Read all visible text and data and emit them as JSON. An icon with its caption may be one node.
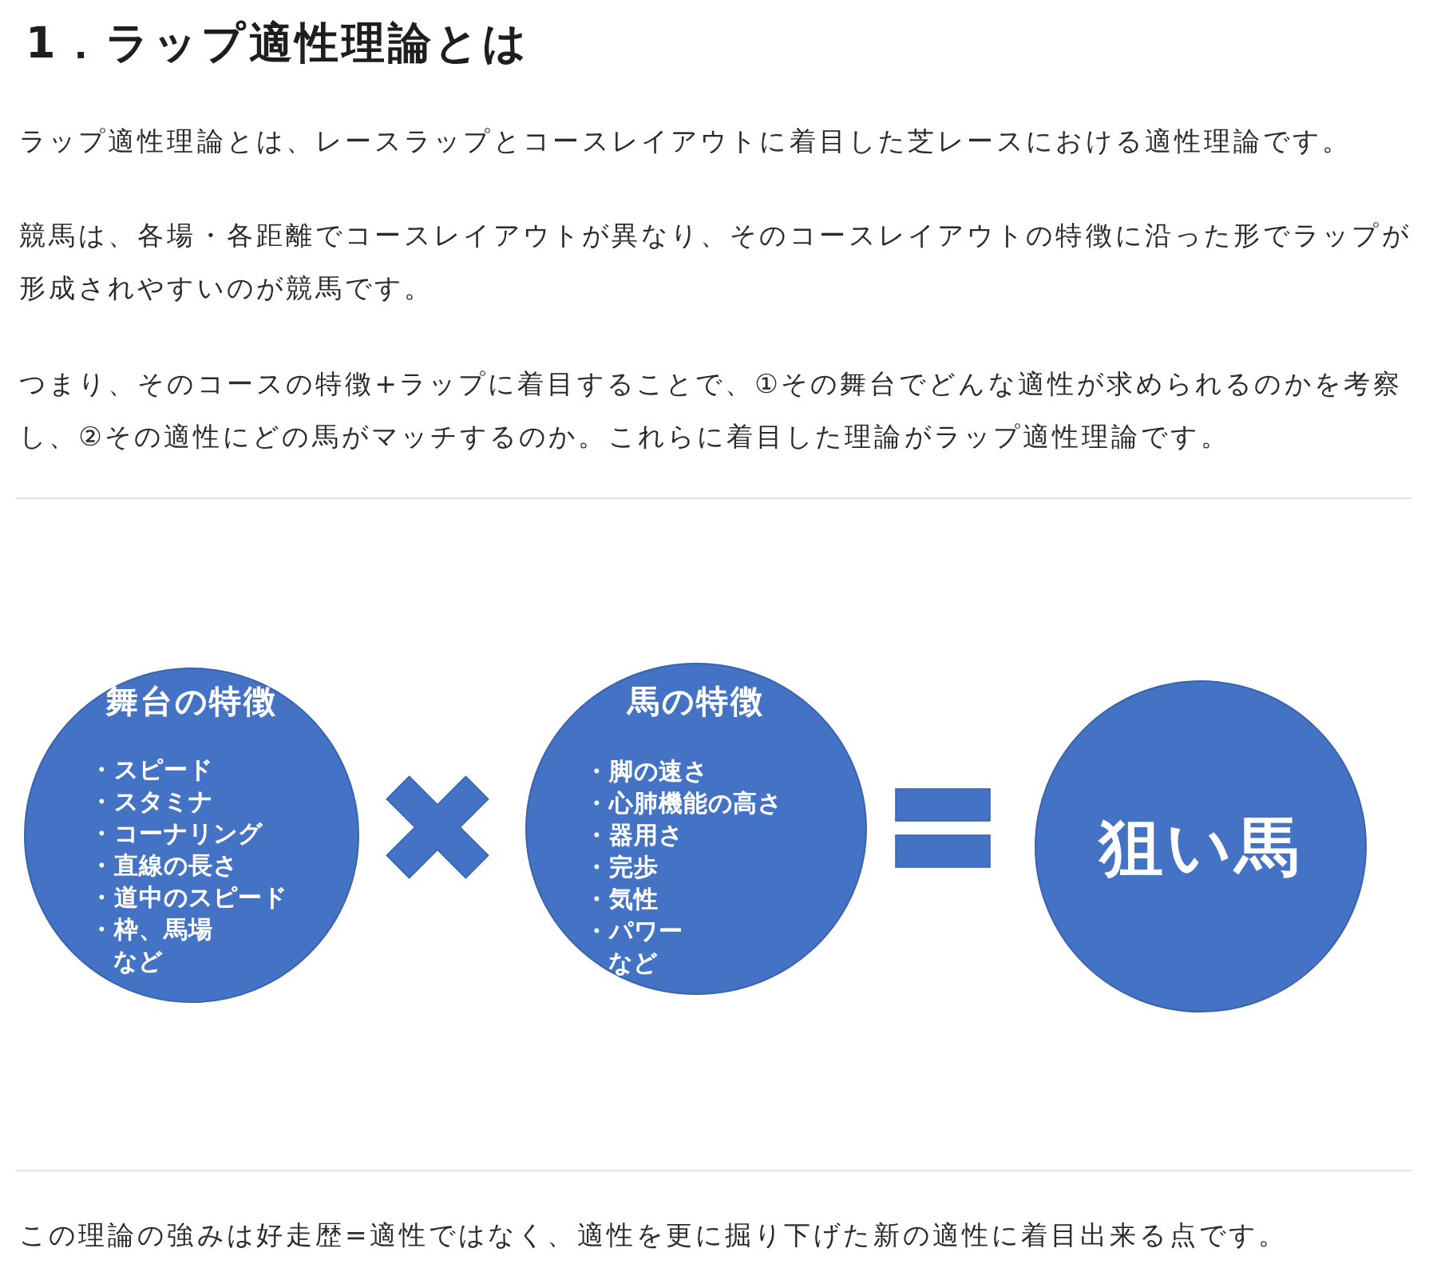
{
  "diagram": {
    "title": "1．ラップ適性理論とは",
    "nodes": [
      {
        "text": [
          "舞台の特徴",
          "・スピード",
          "・スタミナ",
          "・コーナリング",
          "・直線の長さ",
          "・道中のスピード",
          "・枠、馬場",
          "など"
        ]
      },
      {
        "text": [
          "馬の特徴",
          "・脚の速さ",
          "・心肺機能の高さ",
          "・器用さ",
          "・完歩",
          "・気性",
          "・パワー",
          "など"
        ]
      },
      {
        "text": [
          "狙い馬"
        ]
      }
    ],
    "labels": [
      "ラップ適性理論とは、レースラップとコースレイアウトに着目した芝レースにおける適性理論です。",
      "競馬は、各場・各距離でコースレイアウトが異なり、そのコースレイアウトの特徴に沿った形でラップが形成されやすいのが競馬です。",
      "つまり、そのコースの特徴+ラップに着目することで、①その舞台でどんな適性が求められるのかを考察し、②その適性にどの馬がマッチするのか。これらに着目した理論がラップ適性理論です。",
      "この理論の強みは好走歴=適性ではなく、適性を更に掘り下げた新の適性に着目出来る点です。"
    ]
  }
}
